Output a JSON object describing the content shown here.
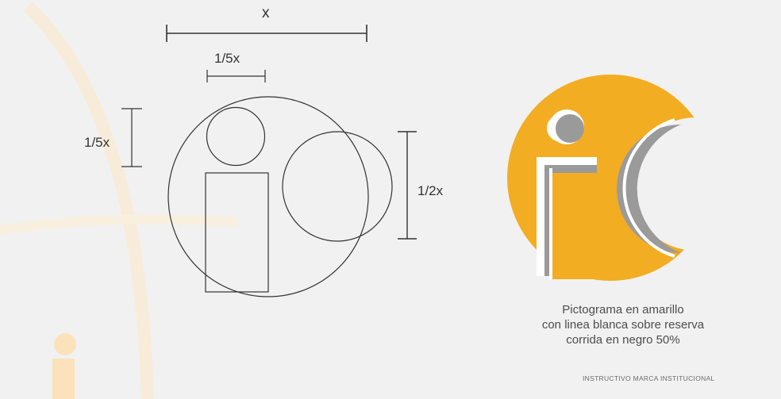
{
  "dimensions": {
    "x": "x",
    "fifth_top": "1/5x",
    "fifth_left": "1/5x",
    "half": "1/2x"
  },
  "caption": {
    "line1": "Pictograma en amarillo",
    "line2": "con linea blanca sobre reserva",
    "line3": "corrida en negro 50%"
  },
  "footer": "INSTRUCTIVO MARCA INSTITUCIONAL",
  "colors": {
    "background": "#f1f1f1",
    "yellow": "#f3ad22",
    "gray": "#9a9a9a",
    "line": "#333333",
    "watermark": "#fbe4c1"
  },
  "icons": {
    "watermark": "ic-logo-watermark",
    "logo": "ic-logo"
  }
}
